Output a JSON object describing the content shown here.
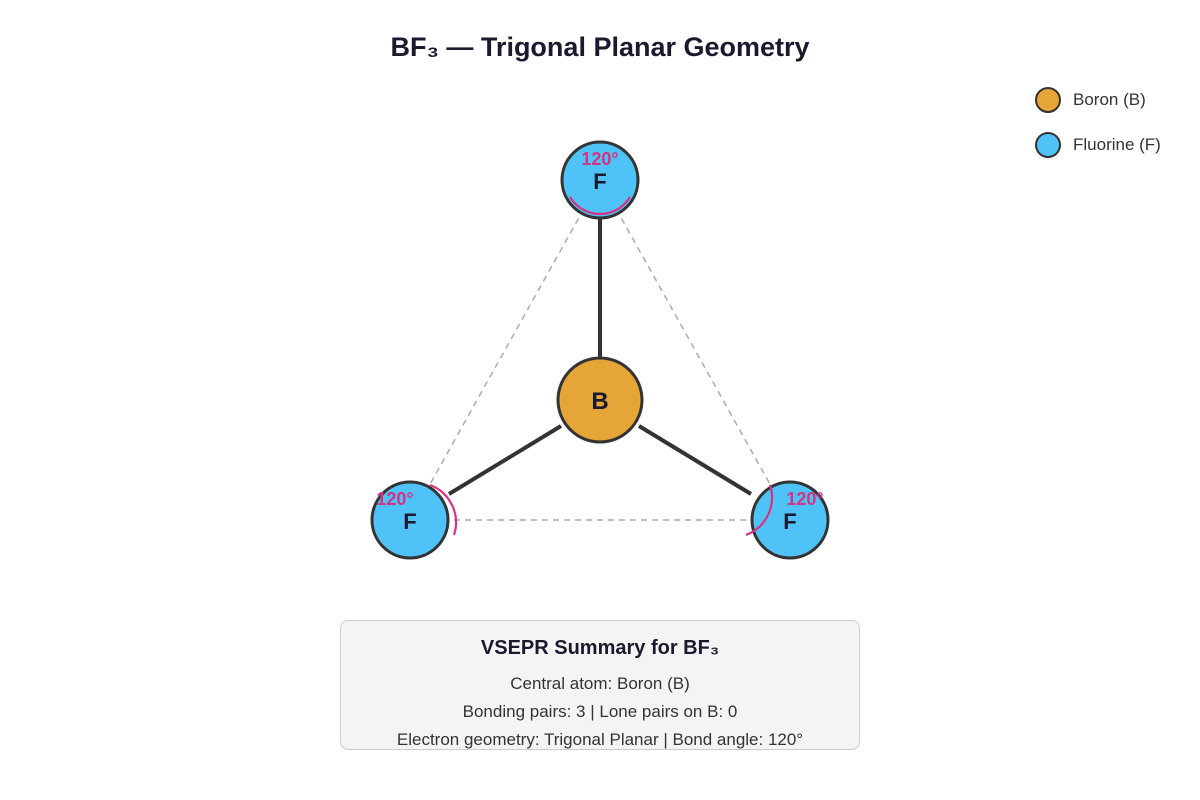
{
  "title": "BF₃ — Trigonal Planar Geometry",
  "colors": {
    "boron": "#E6A537",
    "fluorine": "#4FC3F7",
    "bond": "#333333",
    "angle": "#D63384",
    "guide": "#aaaaaa"
  },
  "atoms": {
    "central": "B",
    "top": "F",
    "bottom_left": "F",
    "bottom_right": "F"
  },
  "angles": {
    "top": "120°",
    "bottom_left": "120°",
    "bottom_right": "120°"
  },
  "legend": {
    "items": [
      {
        "label": "Boron (B)",
        "color": "#E6A537"
      },
      {
        "label": "Fluorine (F)",
        "color": "#4FC3F7"
      }
    ]
  },
  "summary": {
    "title": "VSEPR Summary for BF₃",
    "lines": [
      "Central atom: Boron (B)",
      "Bonding pairs: 3 | Lone pairs on B: 0",
      "Electron geometry: Trigonal Planar | Bond angle: 120°"
    ]
  }
}
